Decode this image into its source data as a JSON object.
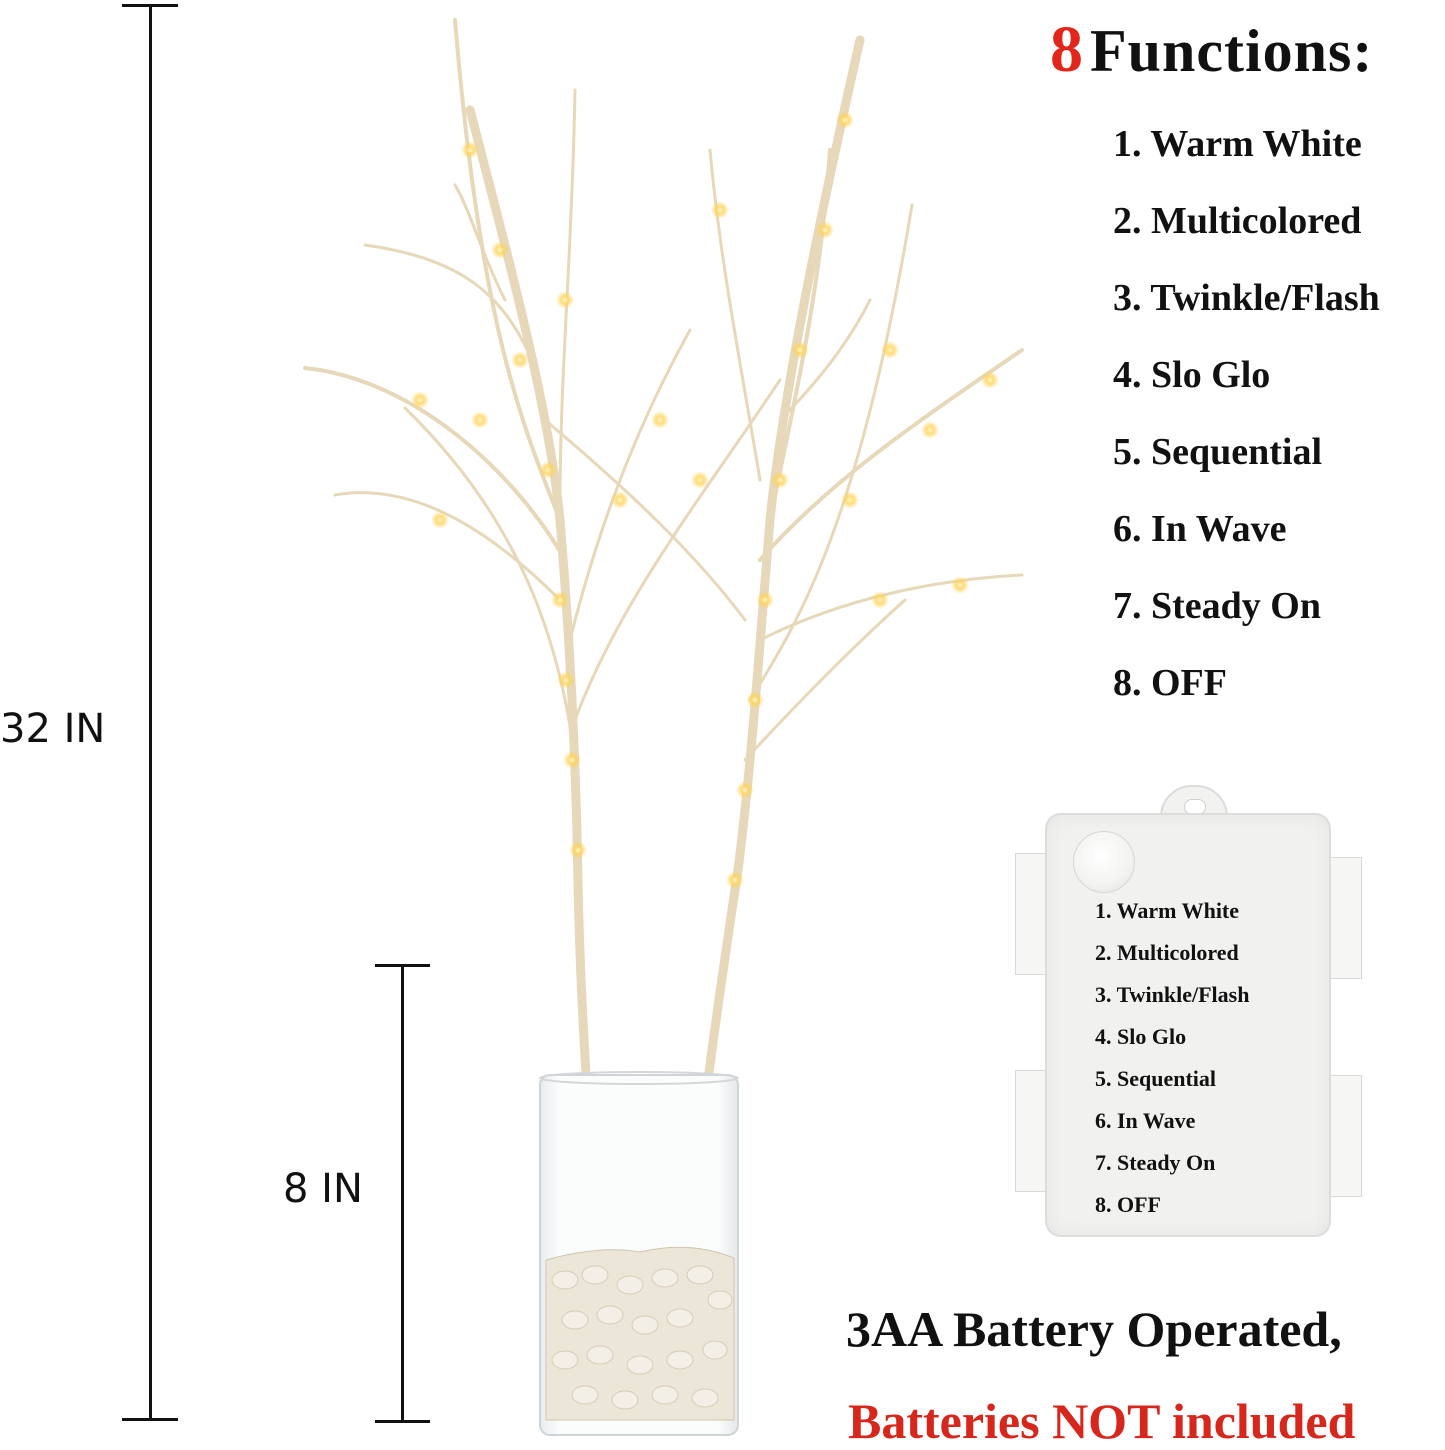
{
  "dimensions": {
    "total_height": "32 IN",
    "vase_height": "8 IN"
  },
  "functions_panel": {
    "count": "8",
    "title": "Functions:",
    "items": [
      "1. Warm White",
      "2. Multicolored",
      "3. Twinkle/Flash",
      "4. Slo Glo",
      "5. Sequential",
      "6. In Wave",
      "7. Steady On",
      "8. OFF"
    ]
  },
  "battery_box": {
    "items": [
      "1. Warm White",
      "2. Multicolored",
      "3. Twinkle/Flash",
      "4. Slo Glo",
      "5. Sequential",
      "6. In Wave",
      "7. Steady On",
      "8. OFF"
    ]
  },
  "notes": {
    "battery": "3AA Battery Operated,",
    "warning": "Batteries NOT included"
  },
  "colors": {
    "accent_red": "#e3261b",
    "text": "#111111",
    "branch": "#e8dcc0",
    "light": "#ffd35a"
  }
}
